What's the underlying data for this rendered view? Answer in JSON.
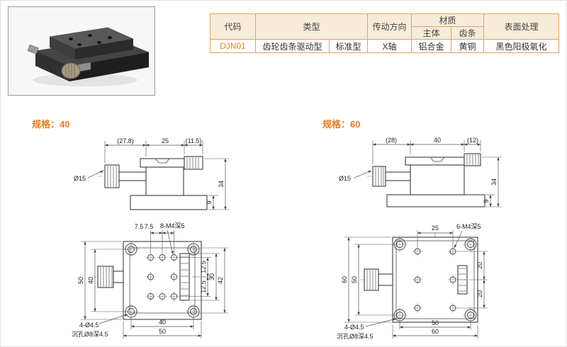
{
  "table": {
    "headers": {
      "code": "代码",
      "type": "类型",
      "drive_direction": "传动方向",
      "material": "材质",
      "material_body": "主体",
      "material_rack": "齿条",
      "surface_treatment": "表面处理"
    },
    "row": {
      "code": "DJN01",
      "type_main": "齿轮齿条驱动型",
      "type_sub": "标准型",
      "drive_direction": "X轴",
      "material_body": "铝合金",
      "material_rack": "黄铜",
      "surface_treatment": "黑色阳极氧化"
    },
    "colors": {
      "border": "#dfa260",
      "header_bg": "#f6ecd9",
      "code_text": "#f08300"
    }
  },
  "spec40": {
    "title": "规格：40",
    "side": {
      "dim_left": "(27.8)",
      "dim_mid": "25",
      "dim_right": "(11.5)",
      "knob_dia": "Ø15",
      "dim_total_height": "34",
      "dim_base_height": "9"
    },
    "top": {
      "dim_pitch_a": "7.5",
      "dim_pitch_b": "7.5",
      "label_holes": "8-M4深5",
      "dim_left_outer": "50",
      "dim_left_inner": "40",
      "dim_row_a": "12.5",
      "dim_row_b": "12.5",
      "dim_rack": "30",
      "dim_stage": "42",
      "label_corner_holes": "4-Ø4.5",
      "label_counterbore": "沉孔Ø8深4.5",
      "dim_bottom_inner": "40",
      "dim_bottom_outer": "50"
    }
  },
  "spec60": {
    "title": "规格：60",
    "side": {
      "dim_left": "(28)",
      "dim_mid": "40",
      "dim_right": "(12)",
      "knob_dia": "Ø15",
      "dim_total_height": "34",
      "dim_base_height": "9"
    },
    "top": {
      "dim_pitch": "25",
      "label_holes": "6-M4深5",
      "dim_left_outer": "60",
      "dim_left_inner": "50",
      "dim_row_a": "20",
      "dim_row_b": "20",
      "label_corner_holes": "4-Ø4.5",
      "label_counterbore": "沉孔Ø8深4.5",
      "dim_bottom_inner": "50",
      "dim_bottom_outer": "60"
    }
  }
}
